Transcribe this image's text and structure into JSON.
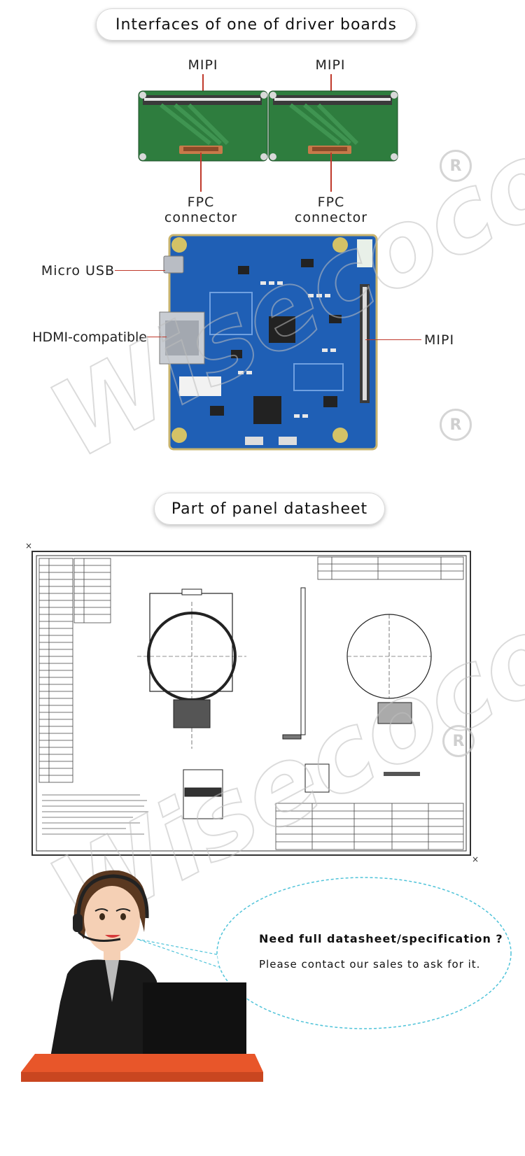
{
  "section1": {
    "title": "Interfaces of one of driver boards"
  },
  "adapters": {
    "mipi_left": "MIPI",
    "mipi_right": "MIPI",
    "fpc_left": "FPC\nconnector",
    "fpc_right": "FPC\nconnector"
  },
  "board": {
    "micro_usb": "Micro USB",
    "hdmi": "HDMI-compatible",
    "mipi": "MIPI"
  },
  "section2": {
    "title": "Part of panel datasheet"
  },
  "contact": {
    "title": "Need full datasheet/specification ?",
    "text": "Please contact our sales to ask for it."
  },
  "colors": {
    "pcb_green": "#2e7d3e",
    "pcb_blue": "#1f5fb5",
    "label_line": "#c0392b",
    "desk": "#e8562a",
    "bubble_border": "#4fc3d9"
  }
}
